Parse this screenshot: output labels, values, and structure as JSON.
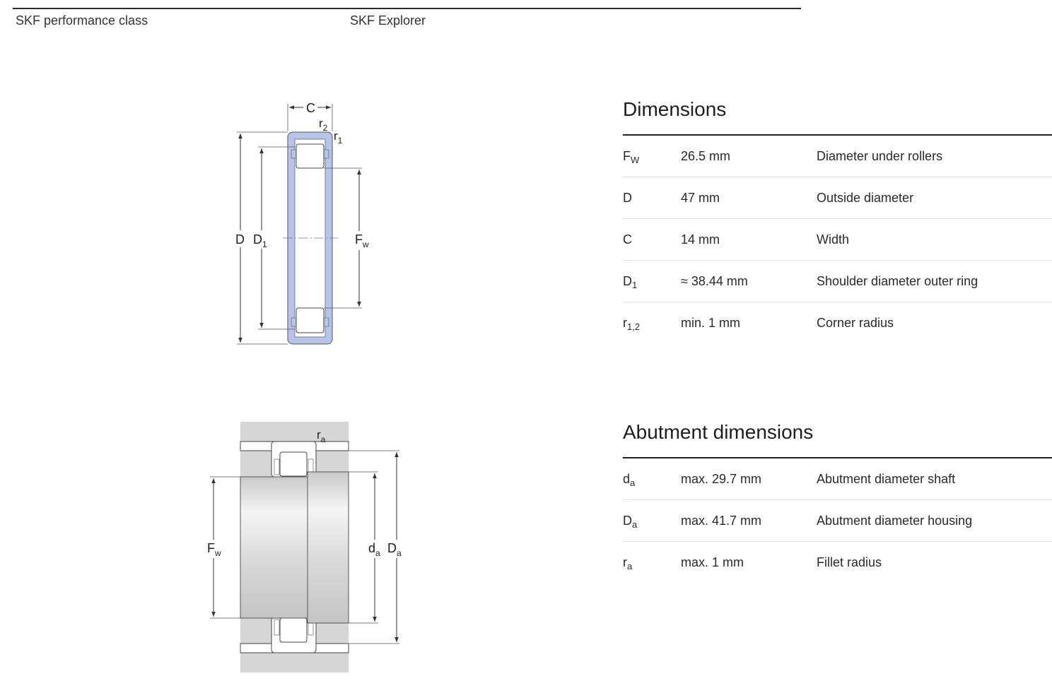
{
  "header": {
    "left_label": "SKF performance class",
    "right_label": "SKF Explorer"
  },
  "colors": {
    "ring_fill": "#b7c5ea",
    "housing_grey": "#d6d6d6",
    "text": "#2a2a2a"
  },
  "diagram_bearing": {
    "labels": {
      "C": "C",
      "r2": "r",
      "r2_sub": "2",
      "r1": "r",
      "r1_sub": "1",
      "D": "D",
      "D1": "D",
      "D1_sub": "1",
      "Fw": "F",
      "Fw_sub": "w"
    }
  },
  "diagram_abutment": {
    "labels": {
      "ra": "r",
      "ra_sub": "a",
      "Fw": "F",
      "Fw_sub": "w",
      "da": "d",
      "da_sub": "a",
      "Da": "D",
      "Da_sub": "a"
    }
  },
  "dimensions": {
    "title": "Dimensions",
    "rows": [
      {
        "sym": "F",
        "sub": "W",
        "value": "26.5 mm",
        "desc": "Diameter under rollers"
      },
      {
        "sym": "D",
        "sub": "",
        "value": "47 mm",
        "desc": "Outside diameter"
      },
      {
        "sym": "C",
        "sub": "",
        "value": "14 mm",
        "desc": "Width"
      },
      {
        "sym": "D",
        "sub": "1",
        "value": "≈ 38.44 mm",
        "desc": "Shoulder diameter outer ring"
      },
      {
        "sym": "r",
        "sub": "1,2",
        "value": "min. 1 mm",
        "desc": "Corner radius"
      }
    ]
  },
  "abutment": {
    "title": "Abutment dimensions",
    "rows": [
      {
        "sym": "d",
        "sub": "a",
        "value": "max. 29.7 mm",
        "desc": "Abutment diameter shaft"
      },
      {
        "sym": "D",
        "sub": "a",
        "value": "max. 41.7 mm",
        "desc": "Abutment diameter housing"
      },
      {
        "sym": "r",
        "sub": "a",
        "value": "max. 1 mm",
        "desc": "Fillet radius"
      }
    ]
  }
}
